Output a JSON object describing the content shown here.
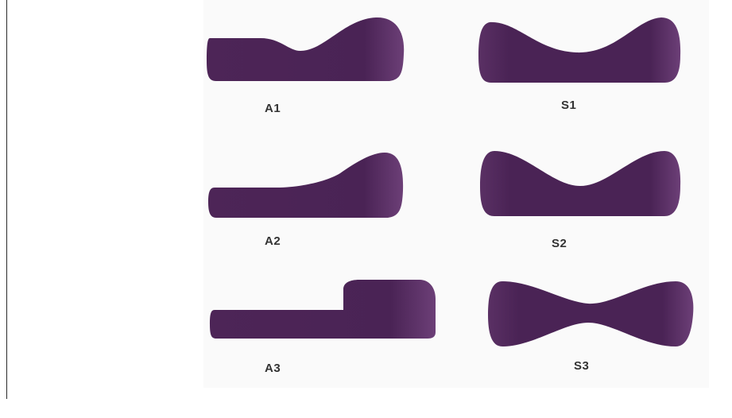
{
  "colors": {
    "shape_fill": "#4a2355",
    "shape_fill_light": "#6a3b74",
    "panel": "#fafafa",
    "rule": "#2b2b2b"
  },
  "shapes": {
    "a1": {
      "label": "A1"
    },
    "a2": {
      "label": "A2"
    },
    "a3": {
      "label": "A3"
    },
    "s1": {
      "label": "S1"
    },
    "s2": {
      "label": "S2"
    },
    "s3": {
      "label": "S3"
    }
  }
}
